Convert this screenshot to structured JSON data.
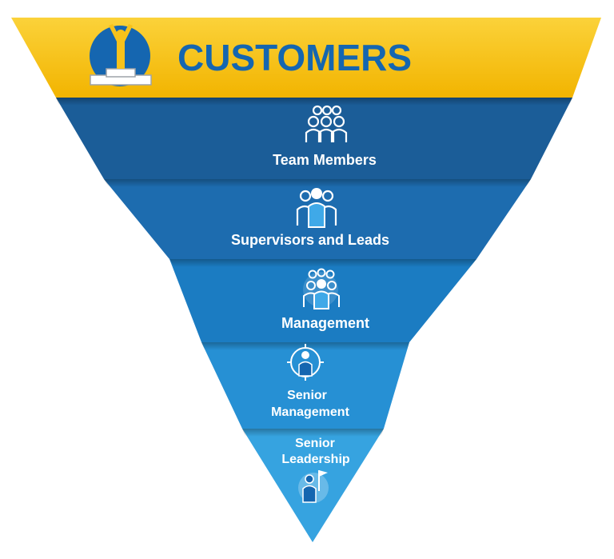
{
  "pyramid": {
    "top_tier": {
      "label": "CUSTOMERS",
      "icon": "winner-podium-icon"
    },
    "tiers": [
      {
        "lines": [
          "Team Members"
        ],
        "icon": "team-group-icon"
      },
      {
        "lines": [
          "Supervisors and Leads"
        ],
        "icon": "supervisor-group-icon"
      },
      {
        "lines": [
          "Management"
        ],
        "icon": "management-group-icon"
      },
      {
        "lines": [
          "Senior",
          "Management"
        ],
        "icon": "target-person-icon"
      },
      {
        "lines": [
          "Senior",
          "Leadership"
        ],
        "icon": "leader-flag-icon"
      }
    ]
  },
  "colors": {
    "customer_yellow": "#F7C21B",
    "customer_text": "#1566B0",
    "tier_1": "#1B5D98",
    "tier_2": "#1D6CAF",
    "tier_3": "#1B7CC2",
    "tier_4": "#2690D4",
    "tier_5": "#36A3E0",
    "tier_text": "#FFFFFF"
  }
}
